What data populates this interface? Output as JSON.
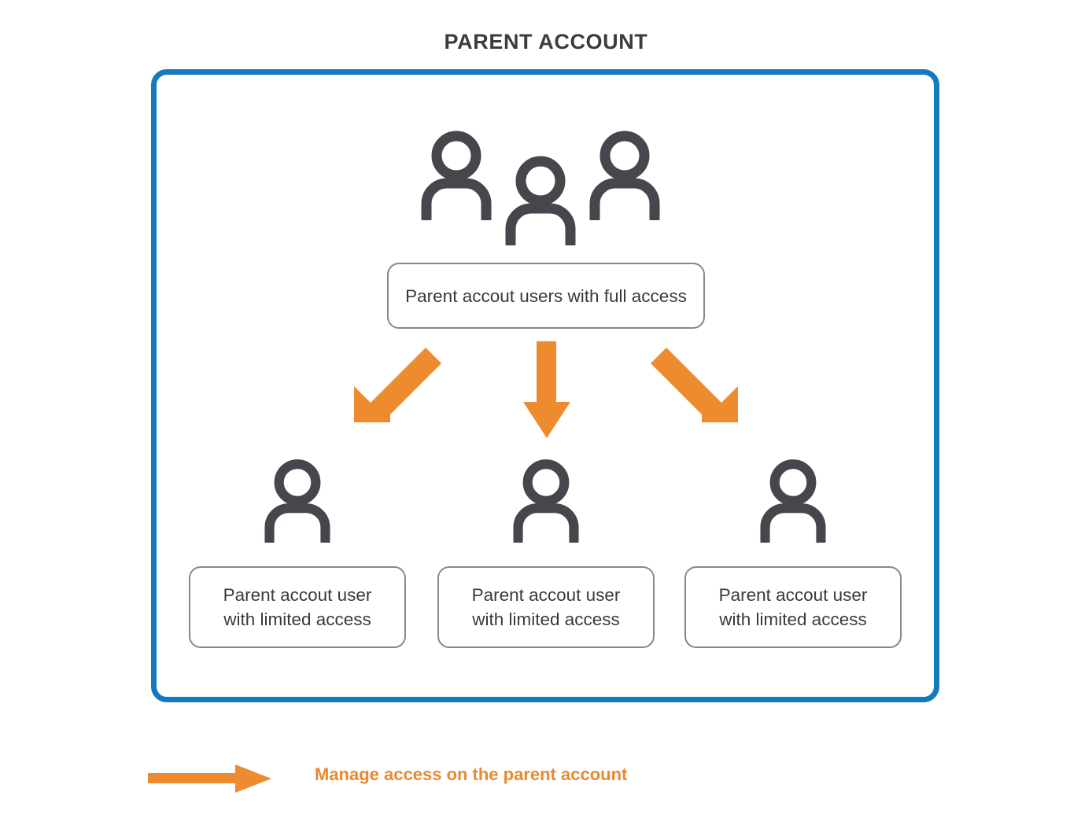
{
  "title": "PARENT ACCOUNT",
  "colors": {
    "container_border": "#1479BE",
    "arrow_orange": "#ED8B2E",
    "icon_gray": "#46464C",
    "label_border": "#85888e",
    "title_text": "#3b3b40",
    "label_text": "#3a3a3e",
    "legend_text": "#E8892E"
  },
  "parent_group": {
    "icon_count": 3,
    "icon_name": "people-group-icon",
    "label": "Parent accout users with full access"
  },
  "children": [
    {
      "icon_name": "person-icon",
      "label_line1": "Parent accout user",
      "label_line2": "with limited access"
    },
    {
      "icon_name": "person-icon",
      "label_line1": "Parent accout user",
      "label_line2": "with limited access"
    },
    {
      "icon_name": "person-icon",
      "label_line1": "Parent accout user",
      "label_line2": "with limited access"
    }
  ],
  "arrows": [
    {
      "name": "arrow-to-child-1",
      "direction": "down-left"
    },
    {
      "name": "arrow-to-child-2",
      "direction": "down"
    },
    {
      "name": "arrow-to-child-3",
      "direction": "down-right"
    }
  ],
  "legend": {
    "icon_name": "right-arrow-icon",
    "text": "Manage access on the parent account"
  }
}
